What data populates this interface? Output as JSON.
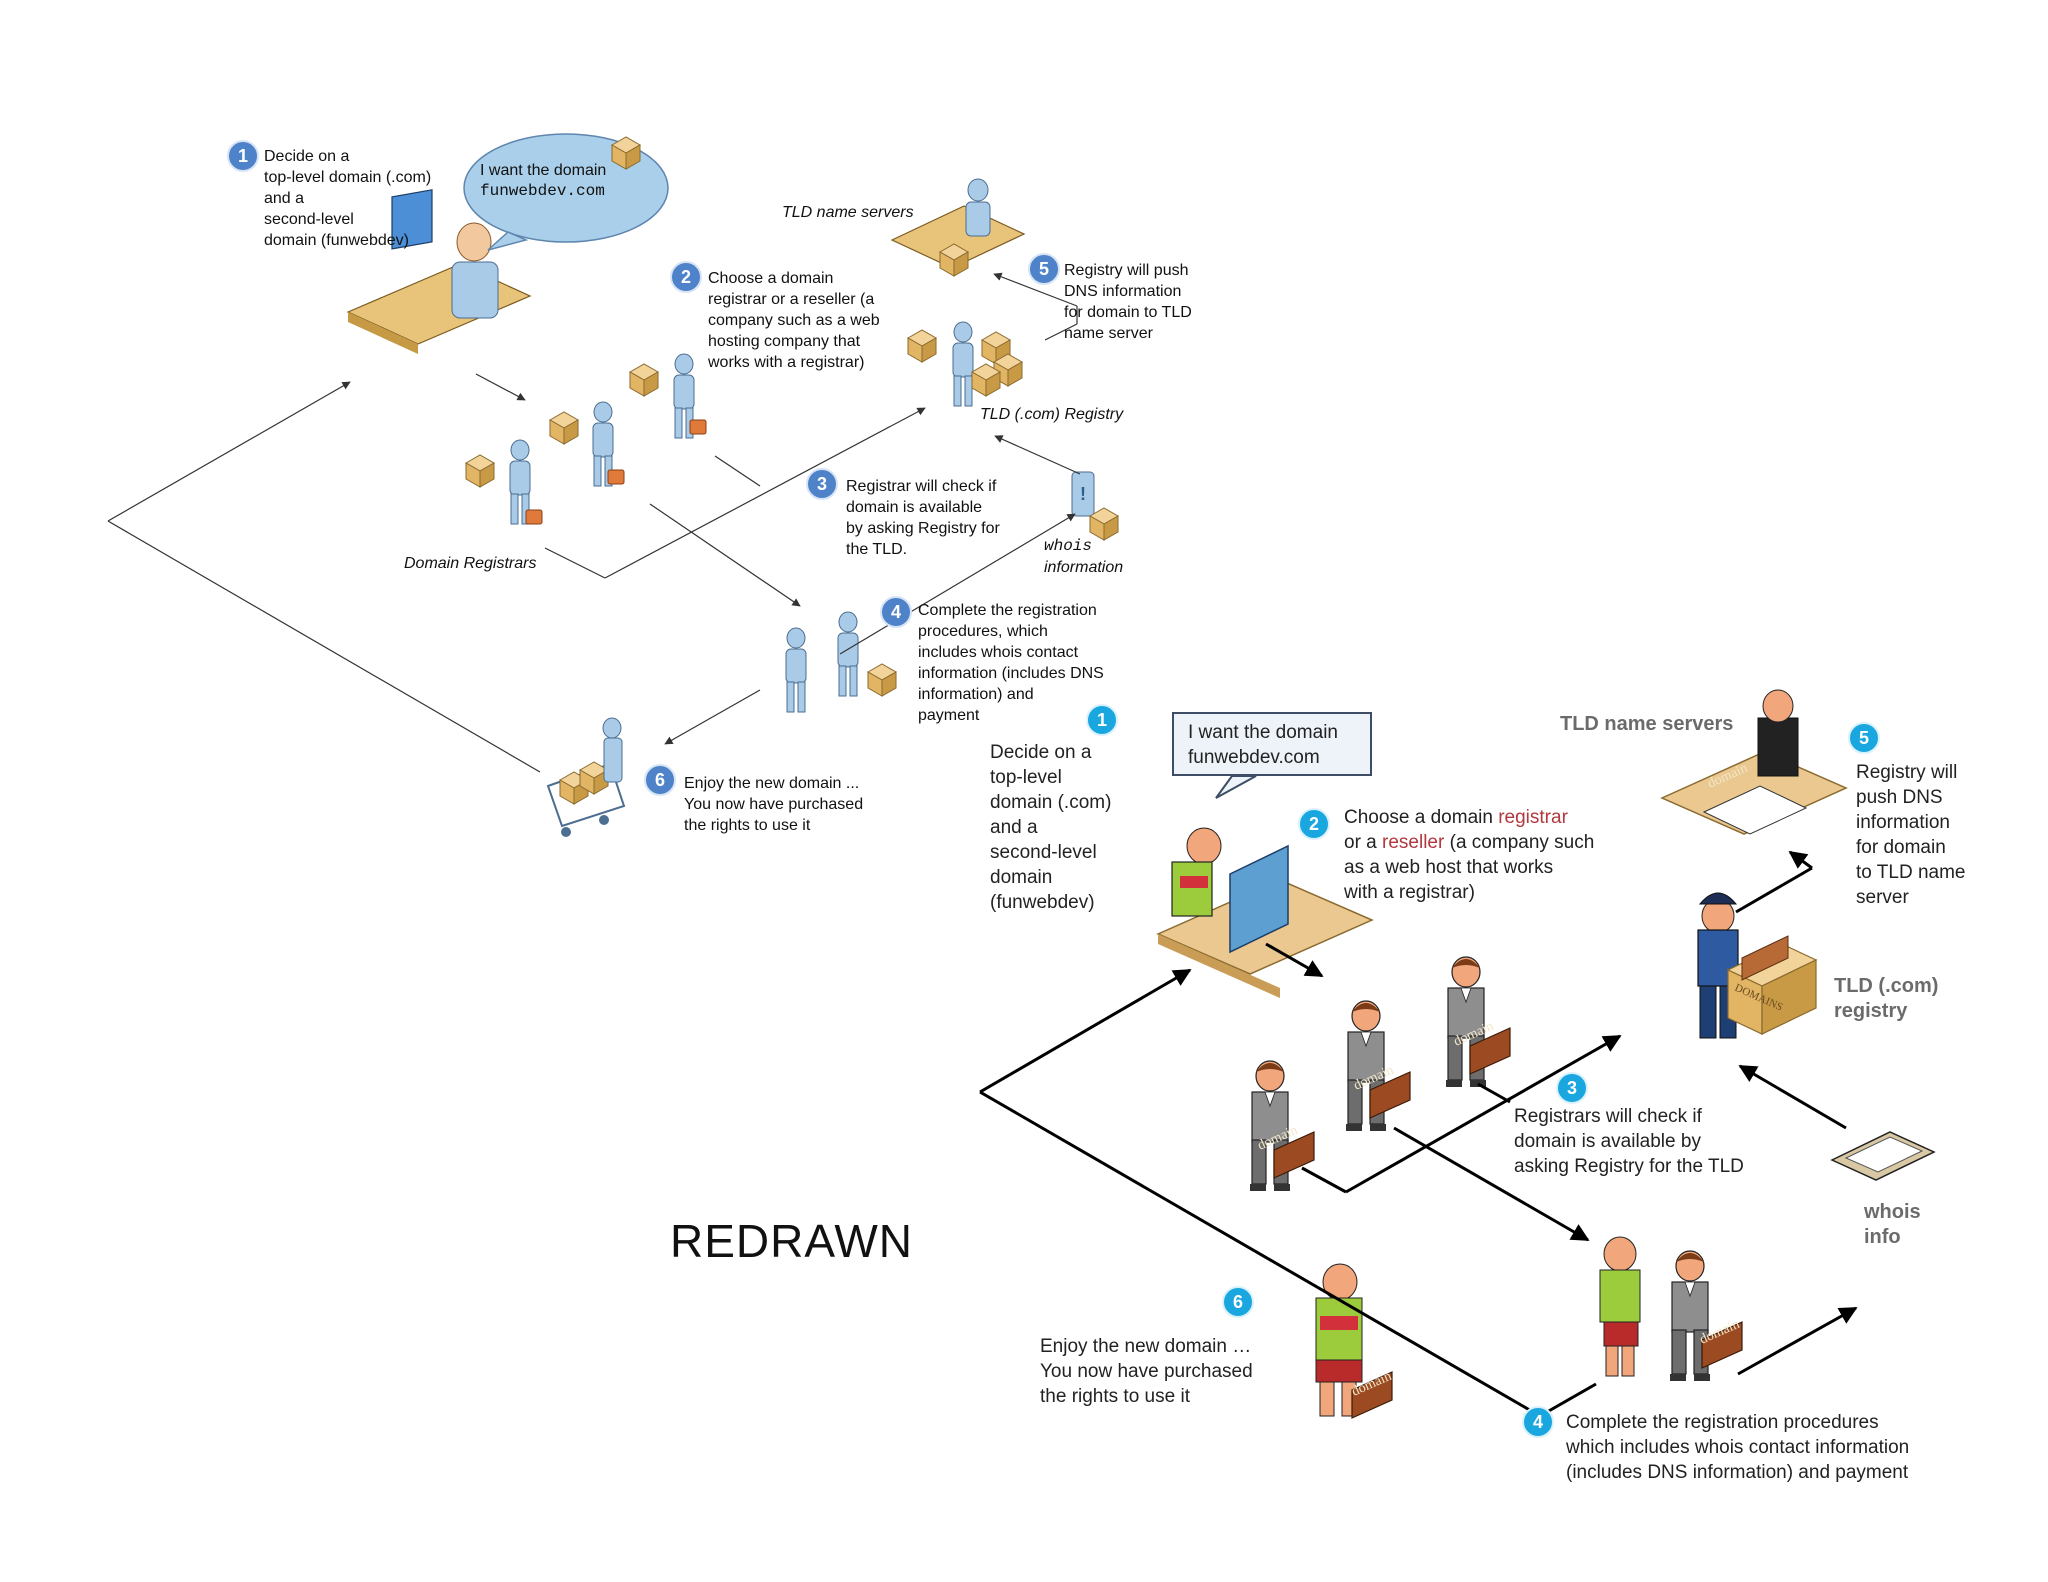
{
  "original": {
    "step1": {
      "num": "1",
      "lines": [
        "Decide on a",
        "top-level domain (.com)",
        "and a",
        "second-level",
        "domain (funwebdev)"
      ]
    },
    "bubble": {
      "line1": "I want the domain",
      "line2": "funwebdev.com"
    },
    "tld_name_servers": "TLD name servers",
    "step2": {
      "num": "2",
      "lines": [
        "Choose a domain",
        "registrar or a reseller (a",
        "company such as a web",
        "hosting company that",
        "works with a registrar)"
      ]
    },
    "step5": {
      "num": "5",
      "lines": [
        "Registry will push",
        "DNS information",
        "for domain to TLD",
        "name server"
      ]
    },
    "tld_registry": "TLD (.com) Registry",
    "step3": {
      "num": "3",
      "lines": [
        "Registrar will check if",
        "domain is available",
        "by asking Registry for",
        "the TLD."
      ]
    },
    "domain_registrars": "Domain Registrars",
    "whois": {
      "line1": "whois",
      "line2": "information"
    },
    "step4": {
      "num": "4",
      "lines": [
        "Complete the registration",
        "procedures, which",
        "includes whois contact",
        "information (includes DNS",
        "information) and",
        "payment"
      ]
    },
    "step6": {
      "num": "6",
      "lines": [
        "Enjoy the new domain ...",
        "You now have purchased",
        "the rights to use it"
      ]
    }
  },
  "redrawn": {
    "title": "REDRAWN",
    "step1": {
      "num": "1",
      "lines": [
        "Decide on a",
        "top-level",
        "domain (.com)",
        "and a",
        "second-level",
        "domain",
        "(funwebdev)"
      ]
    },
    "bubble": {
      "line1": "I want the domain",
      "line2": "funwebdev.com"
    },
    "step2": {
      "num": "2",
      "pre": "Choose a domain ",
      "registrar": "registrar",
      "or": "or a ",
      "reseller": "reseller",
      "post": " (a company such",
      "line3": "as a web host that works",
      "line4": "with a registrar)"
    },
    "tld_name_servers": "TLD name servers",
    "step5": {
      "num": "5",
      "lines": [
        "Registry will",
        "push DNS",
        "information",
        "for domain",
        "to TLD name",
        "server"
      ]
    },
    "tld_registry": {
      "line1": "TLD (.com)",
      "line2": "registry"
    },
    "step3": {
      "num": "3",
      "lines": [
        "Registrars will check if",
        "domain is available by",
        "asking Registry for the TLD"
      ]
    },
    "whois": {
      "line1": "whois",
      "line2": "info"
    },
    "step6": {
      "num": "6",
      "lines": [
        "Enjoy the new domain …",
        "You now have purchased",
        "the rights to use it"
      ]
    },
    "step4": {
      "num": "4",
      "lines": [
        "Complete the registration procedures",
        "which includes whois contact information",
        "(includes DNS information) and payment"
      ]
    },
    "box_labels": {
      "domain": "domain",
      "domains": "DOMAINS"
    }
  },
  "colors": {
    "old_badge": "#4f83c9",
    "new_badge": "#1aa7e0",
    "accent_red": "#b2373f",
    "person_blue": "#a9cbe8",
    "suit_gray": "#8e8e8e",
    "shirt_green": "#9ccc3c"
  }
}
